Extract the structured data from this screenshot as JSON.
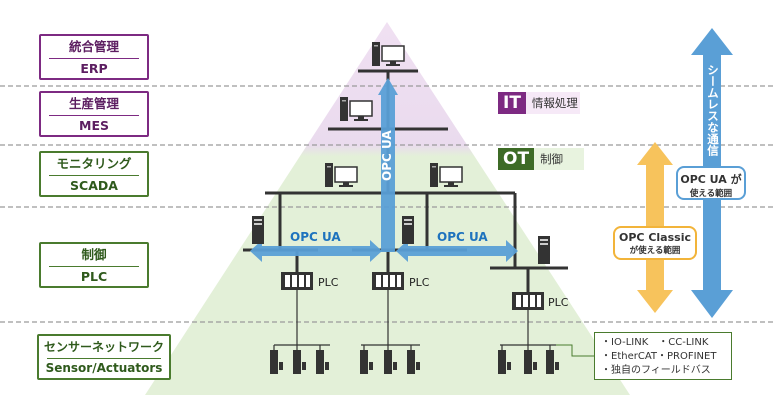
{
  "levels": [
    {
      "jp": "統合管理",
      "en": "ERP",
      "group": "IT"
    },
    {
      "jp": "生産管理",
      "en": "MES",
      "group": "IT"
    },
    {
      "jp": "モニタリング",
      "en": "SCADA",
      "group": "OT"
    },
    {
      "jp": "制御",
      "en": "PLC",
      "group": "OT"
    },
    {
      "jp": "センサーネットワーク",
      "en": "Sensor/Actuators",
      "group": "OT"
    }
  ],
  "badges": {
    "it": {
      "tag": "IT",
      "text": "情報処理"
    },
    "ot": {
      "tag": "OT",
      "text": "制御"
    }
  },
  "protocol_labels": {
    "vertical": "OPC UA",
    "horizontal_left": "OPC UA",
    "horizontal_right": "OPC UA"
  },
  "plc_label": "PLC",
  "opc_classic_box": {
    "title": "OPC Classic",
    "subtitle": "が使える範囲"
  },
  "opc_ua_box": {
    "title": "OPC UA が",
    "subtitle": "使える範囲"
  },
  "seamless_label": "シームレスな通信",
  "fieldbus_list": [
    "・IO-LINK　・CC-LINK",
    "・EtherCAT・PROFINET",
    "・独自のフィールドバス"
  ],
  "colors": {
    "it_purple": "#7d2a82",
    "ot_green": "#4a7b2e",
    "arrow_blue": "#5a9fd6",
    "arrow_orange": "#f7c35c",
    "network_line": "#333333",
    "pyramid_purple": "#ecdcef",
    "pyramid_green": "#e4f1da"
  },
  "icons": [
    "desktop-computer-icon",
    "server-tower-icon",
    "plc-unit-icon",
    "sensor-device-icon"
  ]
}
